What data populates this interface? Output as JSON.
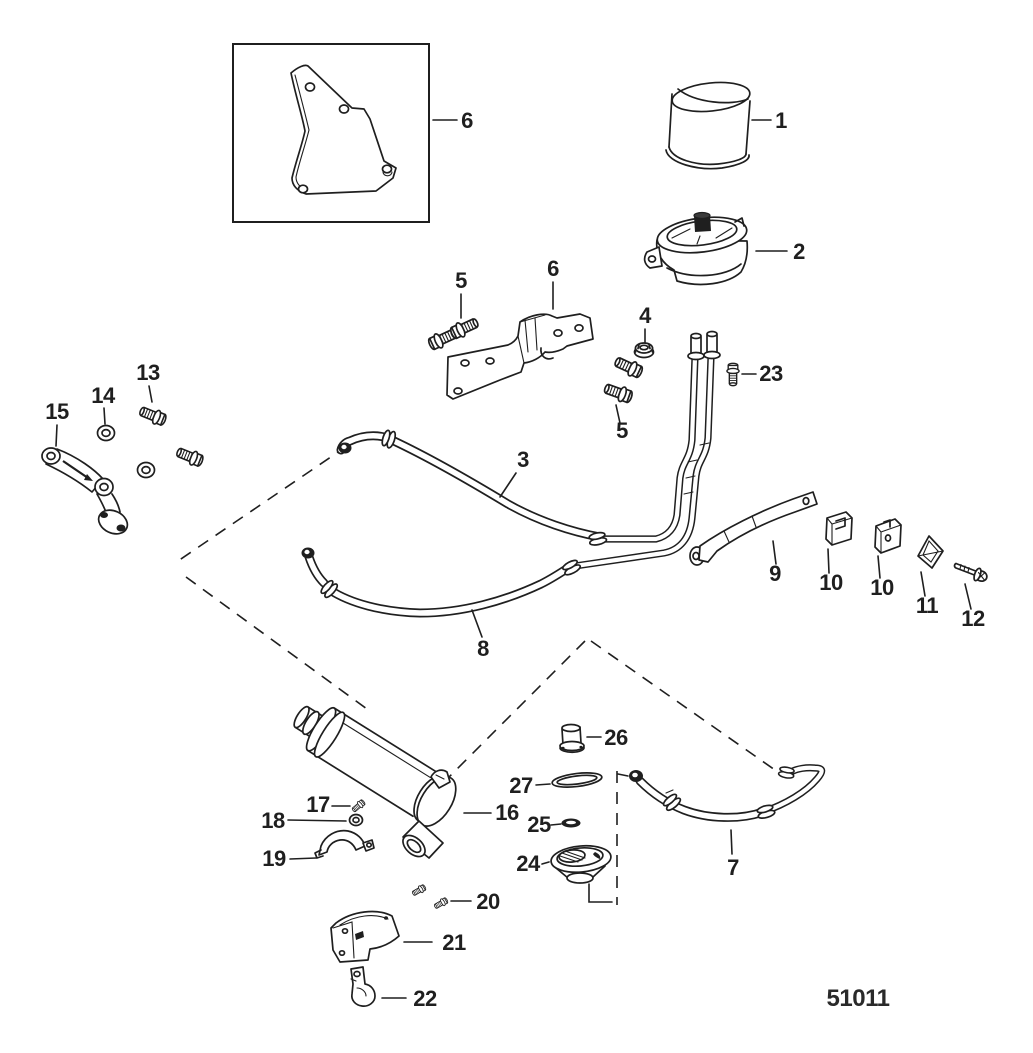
{
  "diagram": {
    "type": "exploded-parts-diagram",
    "background": "#ffffff",
    "line_color": "#1f1f1f",
    "drawing_number": "51011",
    "callouts": [
      "6",
      "1",
      "2",
      "5",
      "6",
      "4",
      "23",
      "5",
      "13",
      "14",
      "15",
      "3",
      "8",
      "9",
      "10",
      "10",
      "11",
      "12",
      "16",
      "17",
      "18",
      "19",
      "27",
      "26",
      "25",
      "24",
      "20",
      "21",
      "22",
      "7"
    ]
  }
}
